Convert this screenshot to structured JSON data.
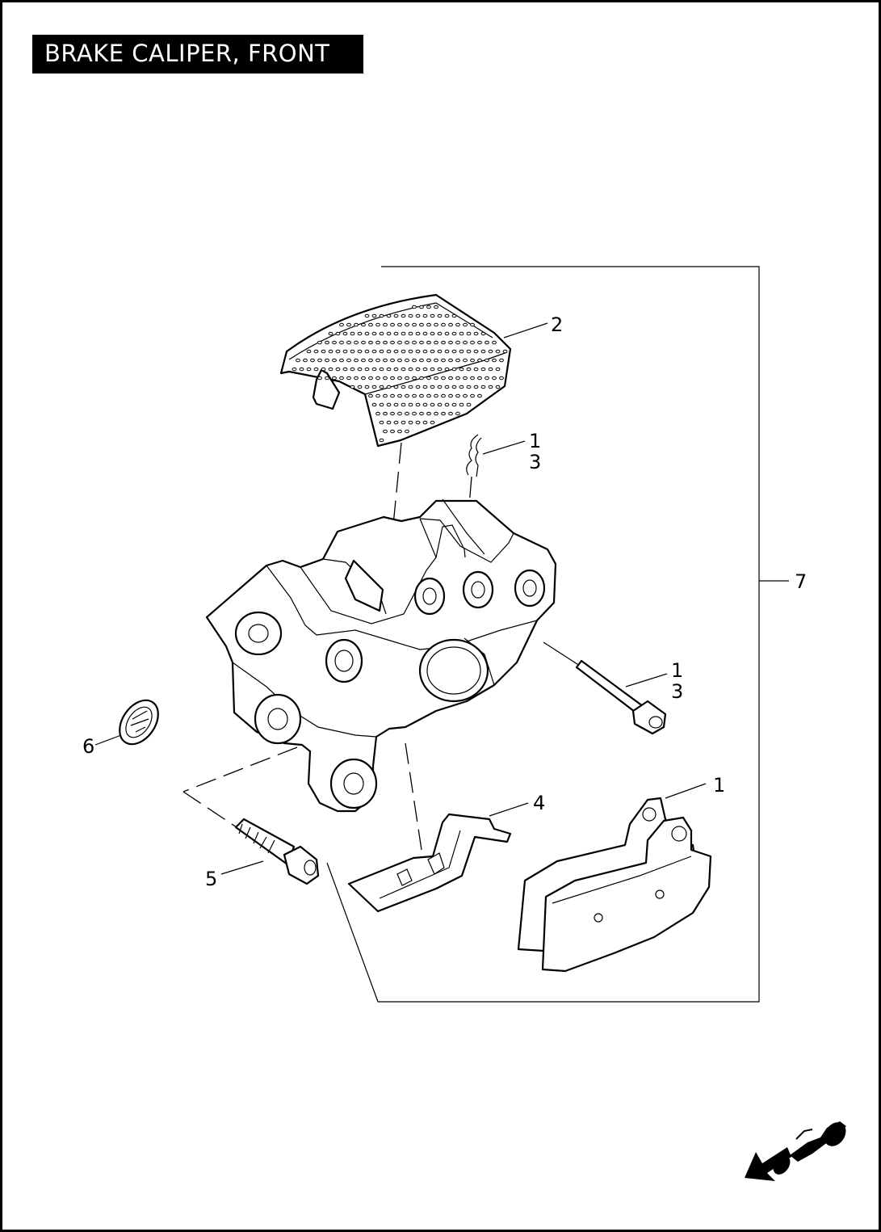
{
  "title": "BRAKE CALIPER, FRONT",
  "callouts": {
    "brake_pads": "1",
    "cover": "2",
    "retaining_clip_top": "1",
    "retaining_clip_top_alt": "3",
    "kit_bracket": "7",
    "pad_pin": "1",
    "pad_pin_alt": "3",
    "medallion": "6",
    "pad_spring": "4",
    "mounting_bolt": "5"
  },
  "icons": {
    "direction": "motorcycle-forward-arrow-icon",
    "medallion": "bar-and-shield-medallion-icon"
  },
  "colors": {
    "line": "#000000",
    "background": "#ffffff",
    "title_bg": "#000000",
    "title_text": "#ffffff"
  }
}
